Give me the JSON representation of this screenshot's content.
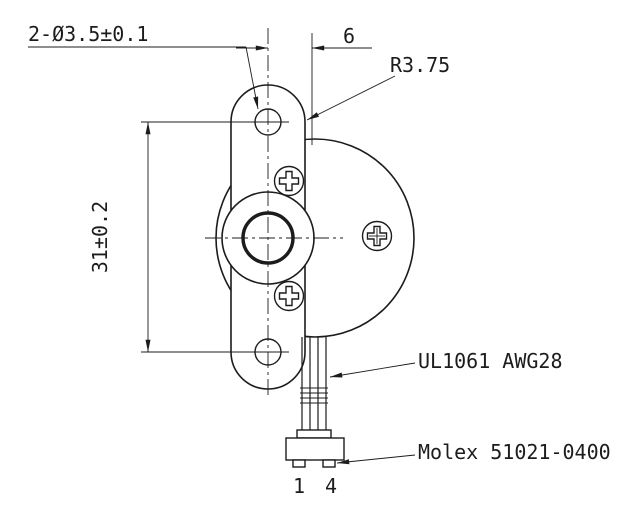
{
  "drawing": {
    "labels": {
      "hole_callout": "2-Ø3.5±0.1",
      "offset_dim": "6",
      "radius_callout": "R3.75",
      "height_dim": "31±0.2",
      "wire_label": "UL1061 AWG28",
      "connector_label": "Molex 51021-0400",
      "pin_first": "1",
      "pin_last": "4"
    },
    "colors": {
      "line": "#1c1c1c",
      "background": "#ffffff"
    }
  }
}
